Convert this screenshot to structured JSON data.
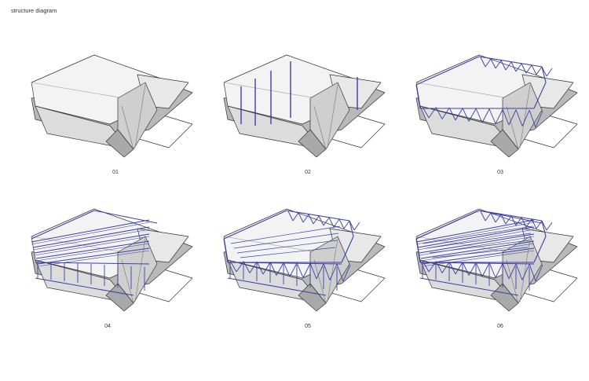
{
  "header": {
    "title": "structure diagram"
  },
  "colors": {
    "structure": "#3b3fa6",
    "outline": "#333333",
    "fill_light": "#f3f3f3",
    "fill_mid": "#dcdcdc",
    "fill_dark": "#b9b9b9"
  },
  "panels": [
    {
      "label": "01"
    },
    {
      "label": "02"
    },
    {
      "label": "03"
    },
    {
      "label": "04"
    },
    {
      "label": "05"
    },
    {
      "label": "06"
    }
  ]
}
